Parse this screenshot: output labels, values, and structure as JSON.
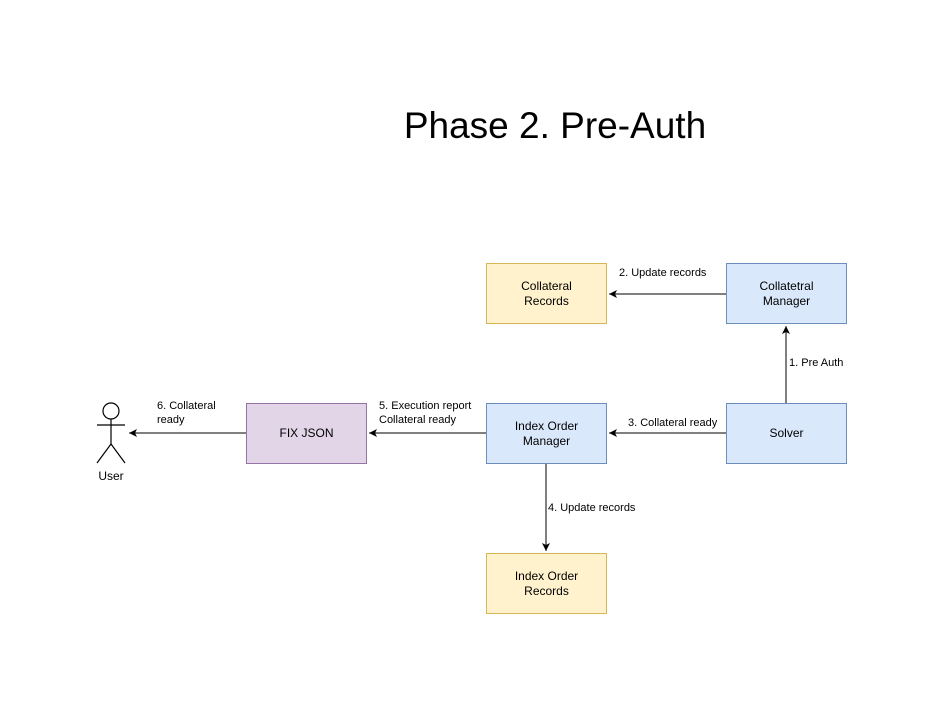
{
  "title": "Phase 2. Pre-Auth",
  "nodes": {
    "collateral_records": "Collateral\nRecords",
    "collateral_manager": "Collatetral\nManager",
    "index_order_manager": "Index Order\nManager",
    "solver": "Solver",
    "fix_json": "FIX JSON",
    "index_order_records": "Index Order\nRecords",
    "user": "User"
  },
  "edges": {
    "e1": "1. Pre Auth",
    "e2": "2. Update  records",
    "e3": "3. Collateral ready",
    "e4": "4. Update records",
    "e5": "5. Execution report\nCollateral ready",
    "e6": "6. Collateral\nready"
  },
  "colors": {
    "store_fill": "#fff2cc",
    "store_border": "#d6b656",
    "service_fill": "#dae8fc",
    "service_border": "#6c8ebf",
    "gateway_fill": "#e1d5e7",
    "gateway_border": "#9673a6"
  }
}
